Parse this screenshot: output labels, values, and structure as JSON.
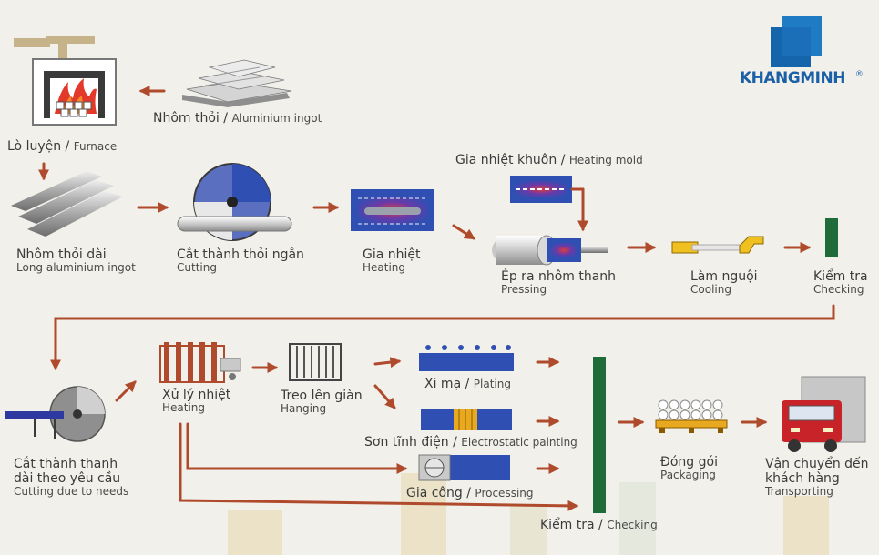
{
  "brand": {
    "name": "KHANGMINH",
    "registered": "®",
    "color": "#1b5fa6"
  },
  "colors": {
    "arrow": "#b04a2c",
    "blue": "#2f4fb3",
    "green": "#1f6b3a",
    "flame": "#e2392a",
    "gray": "#8a8a8a"
  },
  "steps": {
    "ingot": {
      "vi": "Nhôm thỏi",
      "sep": " / ",
      "en": "Aluminium ingot"
    },
    "furnace": {
      "vi": "Lò luyện",
      "sep": " / ",
      "en": "Furnace"
    },
    "long_ingot": {
      "vi": "Nhôm thỏi dài",
      "en": "Long aluminium ingot"
    },
    "cutting": {
      "vi": "Cắt thành thỏi ngắn",
      "en": "Cutting"
    },
    "heating1": {
      "vi": "Gia nhiệt",
      "en": "Heating"
    },
    "heating_mold": {
      "vi": "Gia nhiệt khuôn",
      "sep": " / ",
      "en": "Heating mold"
    },
    "pressing": {
      "vi": "Ép ra nhôm thanh",
      "en": "Pressing"
    },
    "cooling": {
      "vi": "Làm nguội",
      "en": "Cooling"
    },
    "checking1": {
      "vi": "Kiểm tra",
      "en": "Checking"
    },
    "cut_needs": {
      "vi1": "Cắt thành thanh",
      "vi2": "dài theo yêu cầu",
      "en": "Cutting due to needs"
    },
    "heat_treat": {
      "vi": "Xử lý nhiệt",
      "en": "Heating"
    },
    "hanging": {
      "vi": "Treo lên giàn",
      "en": "Hanging"
    },
    "plating": {
      "vi": "Xi mạ",
      "sep": " / ",
      "en": "Plating"
    },
    "painting": {
      "vi": "Sơn tĩnh điện",
      "sep": " / ",
      "en": "Electrostatic painting"
    },
    "processing": {
      "vi": "Gia công",
      "sep": " / ",
      "en": "Processing"
    },
    "checking2": {
      "vi": "Kiểm tra",
      "sep": " / ",
      "en": "Checking"
    },
    "packaging": {
      "vi": "Đóng gói",
      "en": "Packaging"
    },
    "transport": {
      "vi1": "Vận chuyển đến",
      "vi2": "khách hàng",
      "en": "Transporting"
    }
  }
}
